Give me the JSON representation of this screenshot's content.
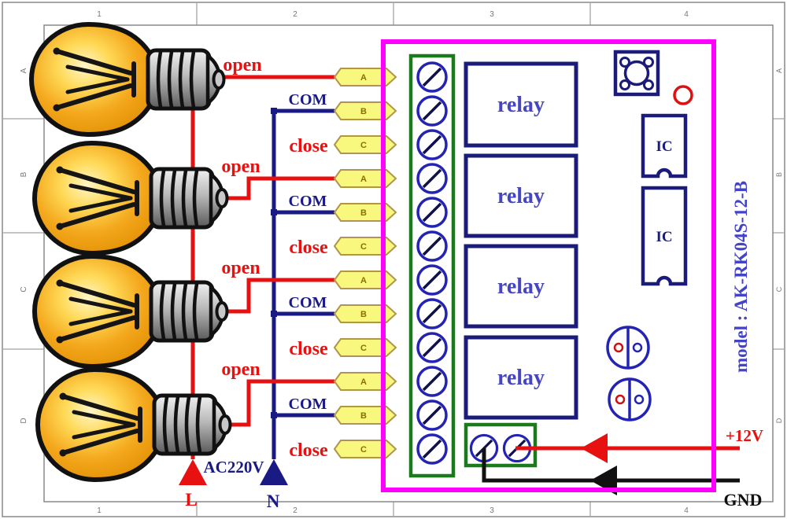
{
  "diagram": {
    "title_hint": "4-channel relay module wiring diagram",
    "grid": {
      "cols": [
        "1",
        "2",
        "3",
        "4"
      ],
      "rows": [
        "A",
        "B",
        "C",
        "D"
      ]
    },
    "channels": [
      {
        "open_label": "open",
        "com_label": "COM",
        "close_label": "close",
        "tag_a": "A",
        "tag_b": "B",
        "tag_c": "C"
      },
      {
        "open_label": "open",
        "com_label": "COM",
        "close_label": "close",
        "tag_a": "A",
        "tag_b": "B",
        "tag_c": "C"
      },
      {
        "open_label": "open",
        "com_label": "COM",
        "close_label": "close",
        "tag_a": "A",
        "tag_b": "B",
        "tag_c": "C"
      },
      {
        "open_label": "open",
        "com_label": "COM",
        "close_label": "close",
        "tag_a": "A",
        "tag_b": "B",
        "tag_c": "C"
      }
    ],
    "ac": {
      "label": "AC220V",
      "live": "L",
      "neutral": "N"
    },
    "dc": {
      "positive": "+12V",
      "ground": "GND"
    },
    "board": {
      "model": "model :  AK-RK04S-12-B",
      "relays": [
        "relay",
        "relay",
        "relay",
        "relay"
      ],
      "ics": [
        "IC",
        "IC"
      ]
    },
    "colors": {
      "board_border": "#ff00ff",
      "terminal_green": "#1b7a1b",
      "component_blue": "#1b1b7a",
      "relay_text_blue": "#4646c2",
      "wire_open_red": "#e81111",
      "wire_com_blue": "#1a1a85",
      "wire_ground_black": "#111111",
      "tag_fill_yellow": "#f8f87e",
      "led_red": "#dd1111",
      "bulb_orange": "#f2a71b"
    }
  }
}
